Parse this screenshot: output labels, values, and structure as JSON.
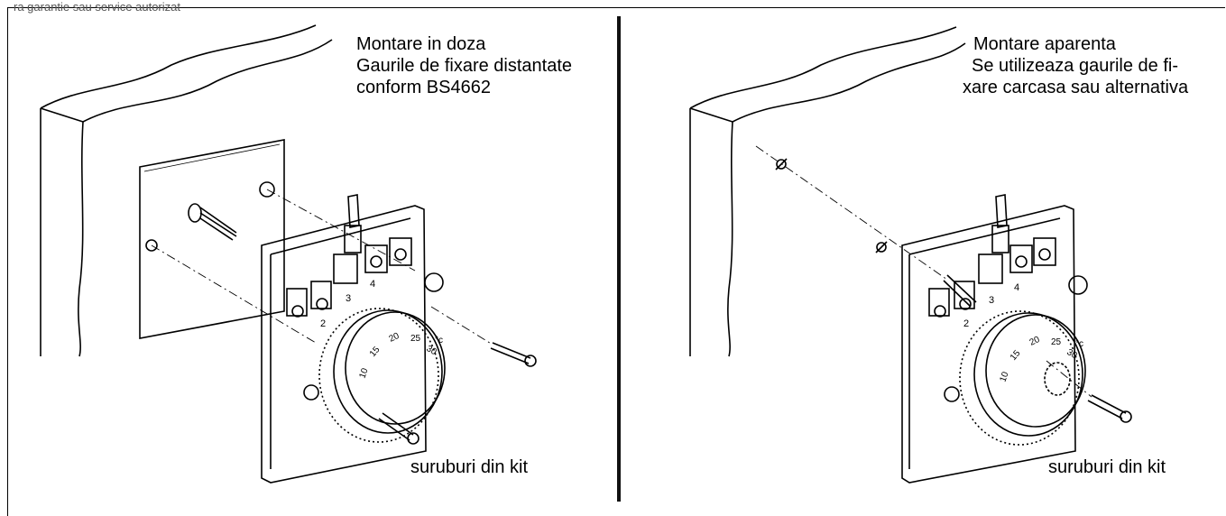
{
  "header": {
    "cut_text": "ra garantie sau service autorizat"
  },
  "left_panel": {
    "title_lines": [
      "Montare in doza",
      "Gaurile de fixare distantate",
      "conform BS4662"
    ],
    "caption": "suruburi din kit",
    "dial_numbers": [
      "10",
      "15",
      "20",
      "25",
      "30",
      "°c"
    ],
    "terminal_numbers": [
      "2",
      "3",
      "4"
    ]
  },
  "right_panel": {
    "title_lines": [
      "Montare aparenta",
      "Se utilizeaza gaurile de fi-",
      "xare carcasa sau alternativa"
    ],
    "caption": "suruburi din kit",
    "dial_numbers": [
      "10",
      "15",
      "20",
      "25",
      "30",
      "°c"
    ],
    "terminal_numbers": [
      "2",
      "3",
      "4"
    ]
  },
  "colors": {
    "ink": "#000000",
    "background": "#ffffff"
  }
}
